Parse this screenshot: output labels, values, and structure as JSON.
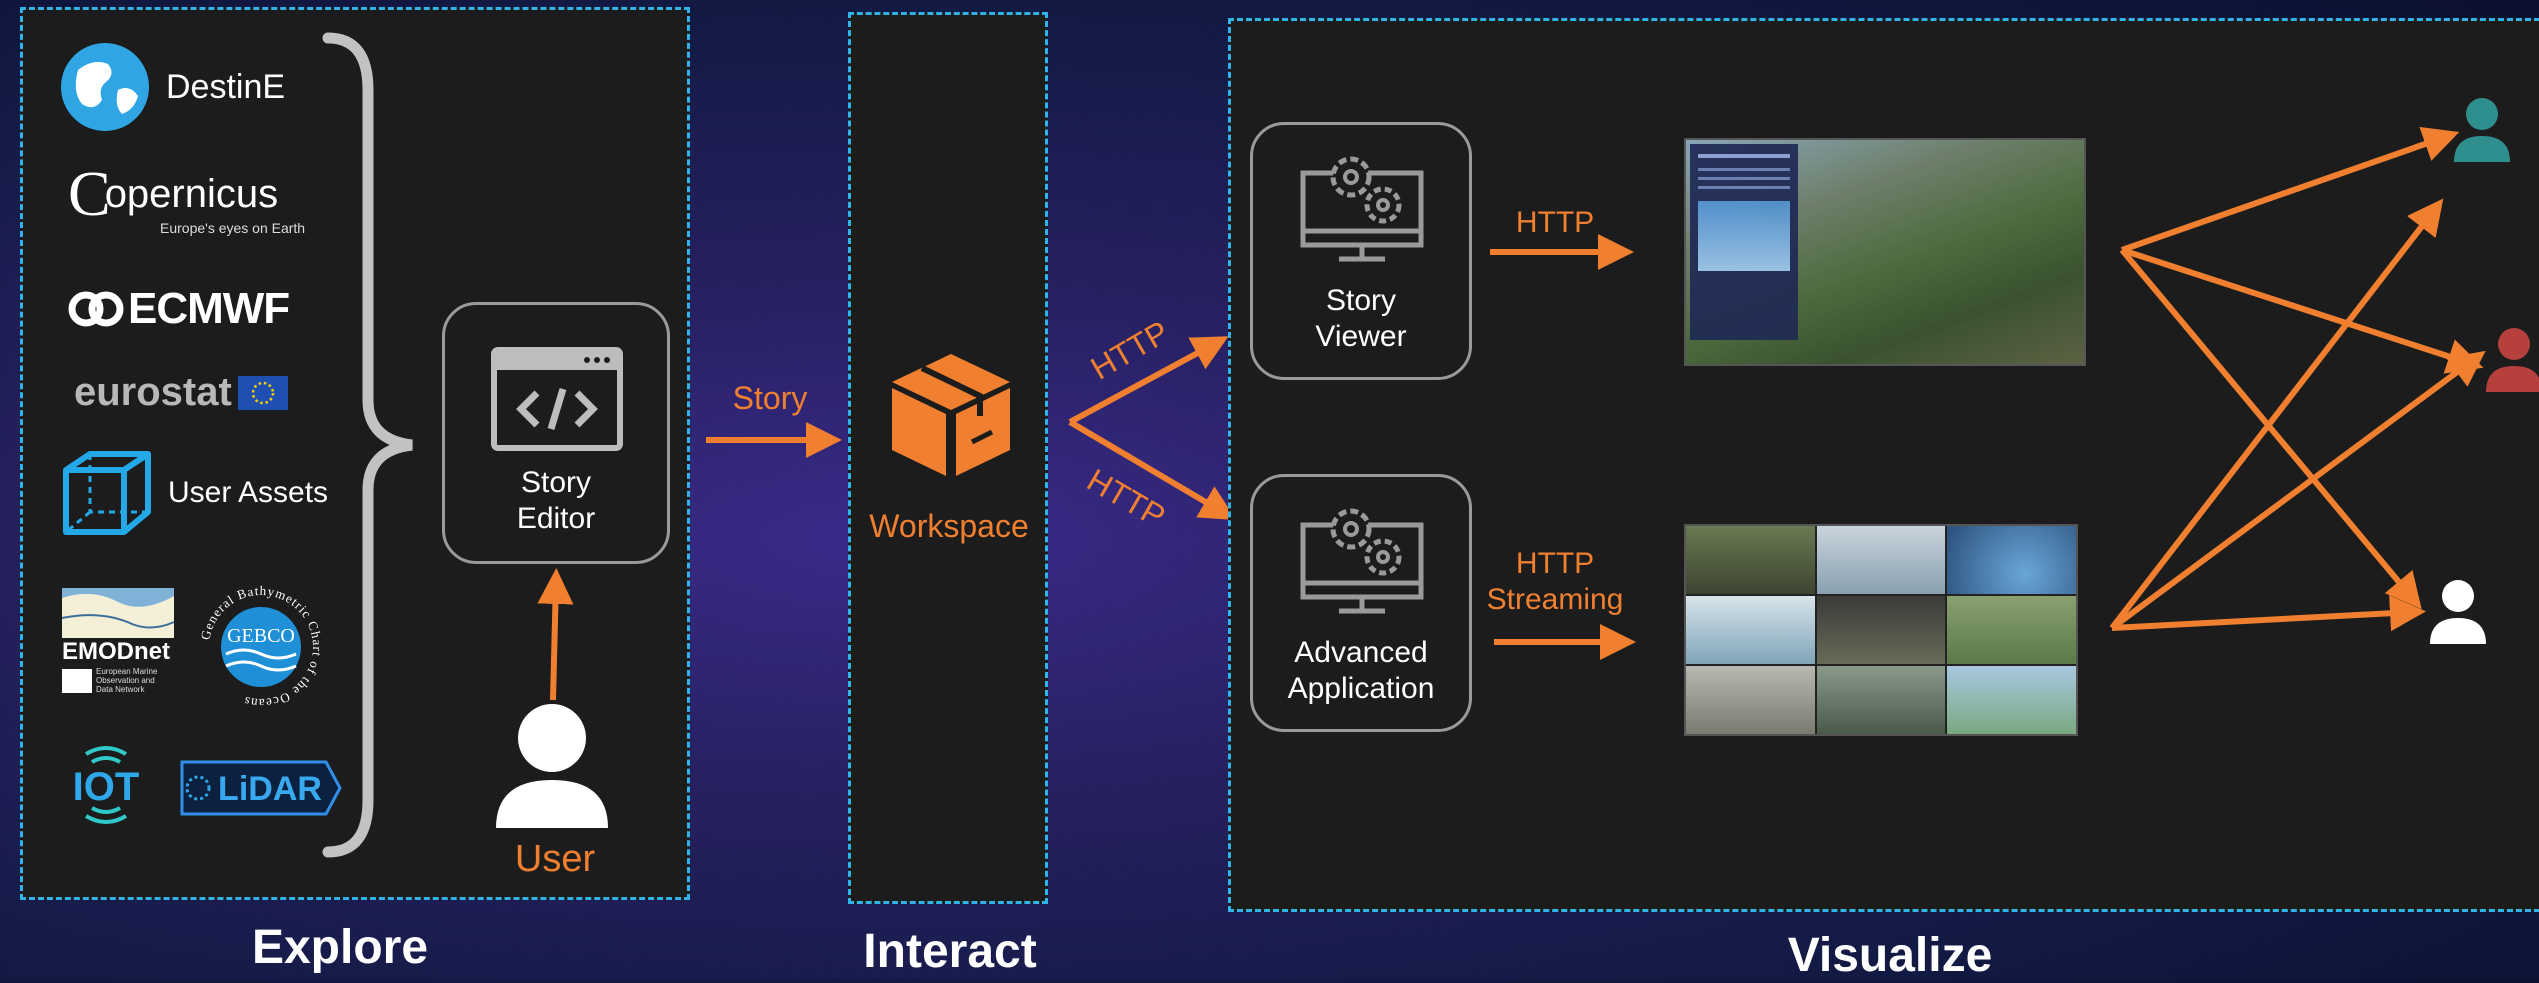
{
  "sections": {
    "explore": "Explore",
    "interact": "Interact",
    "visualize": "Visualize"
  },
  "sources": {
    "destine": "DestinE",
    "copernicus": "opernicus",
    "copernicus_tagline": "Europe's eyes on Earth",
    "ecmwf": "ECMWF",
    "eurostat": "eurostat",
    "user_assets": "User Assets",
    "emodnet": "EMODnet",
    "emodnet_sub": "European Marine Observation and Data Network",
    "gebco": "GEBCO",
    "gebco_ring": "General Bathymetric Chart of the Oceans",
    "iot": "IOT",
    "lidar": "LiDAR"
  },
  "nodes": {
    "story_editor_line1": "Story",
    "story_editor_line2": "Editor",
    "user": "User",
    "workspace": "Workspace",
    "story_viewer_line1": "Story",
    "story_viewer_line2": "Viewer",
    "advanced_line1": "Advanced",
    "advanced_line2": "Application"
  },
  "edges": {
    "story": "Story",
    "http_up": "HTTP",
    "http_down": "HTTP",
    "http_viewer": "HTTP",
    "http_stream_line1": "HTTP",
    "http_stream_line2": "Streaming"
  },
  "colors": {
    "accent": "#f08030",
    "panel_border": "#2fb3e8",
    "user_teal": "#2f8f8f",
    "user_red": "#b5403c",
    "user_white": "#ffffff"
  }
}
